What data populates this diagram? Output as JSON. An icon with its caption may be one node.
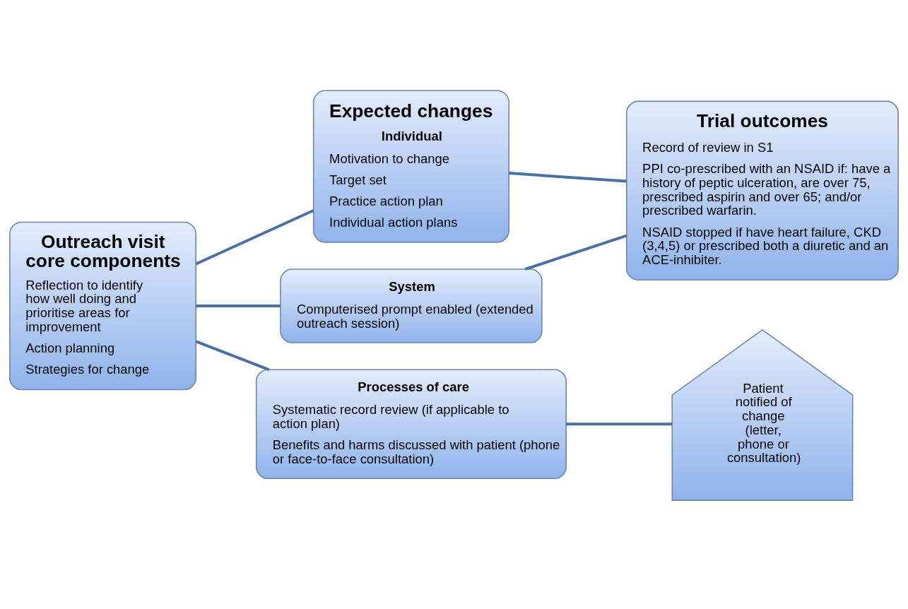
{
  "diagram": {
    "nodes": [
      {
        "text": [
          "Outreach visit core components",
          "Reflection to identify how well doing and prioritise areas for improvement",
          "Action planning",
          "Strategies for change"
        ]
      },
      {
        "text": [
          "Expected changes",
          "Individual",
          "Motivation to change",
          "Target set",
          "Practice action plan",
          "Individual action plans"
        ]
      },
      {
        "text": [
          "Trial outcomes",
          "Record of review in S1",
          "PPI co-prescribed with an NSAID if: have a history of peptic ulceration, are over 75, prescribed aspirin and over 65; and/or prescribed warfarin.",
          "NSAID stopped if have heart failure, CKD (3,4,5) or prescribed both a diuretic and an ACE-inhibiter."
        ]
      },
      {
        "text": [
          "System",
          "Computerised prompt enabled (extended outreach session)"
        ]
      },
      {
        "text": [
          "Processes of care",
          "Systematic record review (if applicable to action plan)",
          "Benefits and harms discussed with patient (phone or face-to-face consultation)"
        ]
      },
      {
        "text": [
          "Patient notified of change (letter, phone or consultation)"
        ]
      }
    ],
    "edges": [
      {
        "from": 0,
        "to": 1,
        "arrow": "none"
      },
      {
        "from": 0,
        "to": 3,
        "arrow": "none"
      },
      {
        "from": 0,
        "to": 4,
        "arrow": "none"
      },
      {
        "from": 1,
        "to": 2,
        "arrow": "none"
      },
      {
        "from": 3,
        "to": 2,
        "arrow": "none"
      },
      {
        "from": 4,
        "to": 5,
        "arrow": "none"
      }
    ]
  }
}
